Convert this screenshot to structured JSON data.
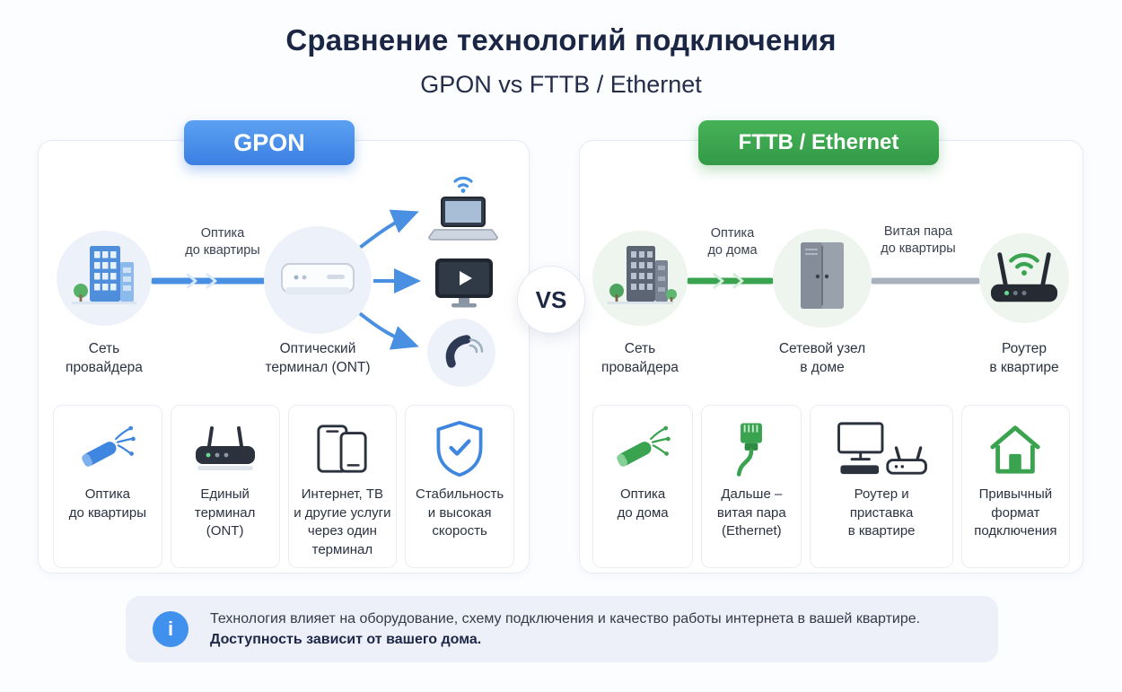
{
  "page": {
    "title": "Сравнение технологий подключения",
    "subtitle": "GPON vs FTTB / Ethernet",
    "vs": "VS"
  },
  "colors": {
    "gpon_accent": "#3f82e8",
    "fttb_accent": "#3aa34f",
    "info_accent": "#4090ee"
  },
  "gpon": {
    "badge": "GPON",
    "provider_label": "Сеть\nпровайдера",
    "cable_label": "Оптика\nдо квартиры",
    "terminal_label": "Оптический\nтерминал (ONT)",
    "features": [
      {
        "icon": "fiber-optic-cable-blue-icon",
        "label": "Оптика\nдо квартиры"
      },
      {
        "icon": "ont-terminal-icon",
        "label": "Единый\nтерминал (ONT)"
      },
      {
        "icon": "multi-devices-icon",
        "label": "Интернет, ТВ\nи другие услуги\nчерез один\nтерминал"
      },
      {
        "icon": "shield-check-icon",
        "label": "Стабильность\nи высокая\nскорость"
      }
    ]
  },
  "fttb": {
    "badge": "FTTB / Ethernet",
    "provider_label": "Сеть\nпровайдера",
    "optic_cable_label": "Оптика\nдо дома",
    "node_label": "Сетевой узел\nв доме",
    "twisted_pair_label": "Витая пара\nдо квартиры",
    "router_label": "Роутер\nв квартире",
    "features": [
      {
        "icon": "fiber-optic-cable-green-icon",
        "label": "Оптика\nдо дома"
      },
      {
        "icon": "ethernet-plug-icon",
        "label": "Дальше –\nвитая пара\n(Ethernet)"
      },
      {
        "icon": "router-settop-icon",
        "label": "Роутер и\nприставка\nв квартире"
      },
      {
        "icon": "house-icon",
        "label": "Привычный\nформат\nподключения"
      }
    ]
  },
  "footer": {
    "info_glyph": "i",
    "line1": "Технология влияет на оборудование, схему подключения и качество работы интернета в вашей квартире.",
    "line2": "Доступность зависит от вашего дома."
  }
}
